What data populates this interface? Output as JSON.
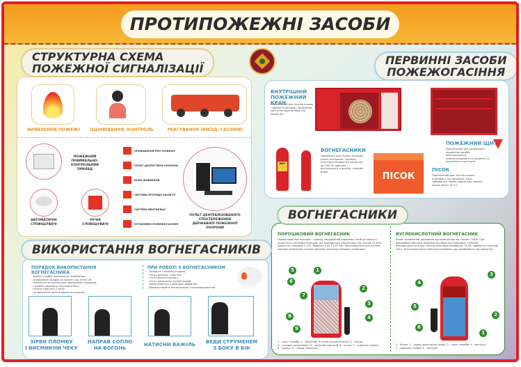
{
  "title": "ПРОТИПОЖЕЖНІ ЗАСОБИ",
  "colors": {
    "frame": "#e31e24",
    "title_bar": "#f49b1f",
    "accent_orange": "#e8922b",
    "accent_blue": "#3f8fb8",
    "accent_green": "#3a8a3a"
  },
  "emblem": "dsns-emblem",
  "alarm": {
    "heading": [
      "СТРУКТУРНА СХЕМА",
      "ПОЖЕЖНОЇ СИГНАЛІЗАЦІЇ"
    ],
    "stages": [
      "ВИЯВЛЕННЯ ПОЖЕЖІ",
      "ОЦІНЮВАННЯ, КОНТРОЛЬ",
      "РЕАГУВАННЯ (ВИЇЗД, ГАСІННЯ)"
    ],
    "panel_label": [
      "ПОЖЕЖНИЙ",
      "ПРИЙМАЛЬНО-",
      "КОНТРОЛЬНИЙ",
      "ПРИЛАД"
    ],
    "auto_detectors": [
      "АВТОМАТИЧНІ",
      "СПОВІЩУВАЧІ"
    ],
    "manual_detectors": [
      "РУЧНІ",
      "СПОВІЩУВАЧІ"
    ],
    "outputs": [
      "ОПОВІЩЕННЯ ПРО ПОЖЕЖУ",
      "ПУЛЬТ ДИСПЕТЧЕРА ОХОРОНИ",
      "БЛОК ЖИВЛЕННЯ",
      "СИСТЕМА ПРОТИДІЇ ЗАХИСТУ",
      "СИСТЕМА ВЕНТИЛЯЦІЇ",
      "УСТАНОВКИ ПОЖЕЖОГАСІННЯ"
    ],
    "console": [
      "ПУЛЬТ ЦЕНТРАЛІЗОВАНОГО",
      "СПОСТЕРЕЖЕННЯ",
      "ДЕРЖАВНОЇ ПОЖЕЖНОЇ",
      "ОХОРОНИ"
    ]
  },
  "primary": {
    "heading": [
      "ПЕРВИННІ ЗАСОБИ",
      "ПОЖЕЖОГАСІННЯ"
    ],
    "hydrant": {
      "title": [
        "ВНУТРІШНІЙ",
        "ПОЖЕЖНИЙ КРАН"
      ],
      "text": "Призначений для гасіння пожеж і займання речовин і матеріалів, крім електроустановок під напругою."
    },
    "extinguishers": {
      "title": "ВОГНЕГАСНИКИ",
      "text": "Призначені для гасіння загорянь різних матеріалів і речовин, електроустановок під напругою до 1000 В, двигунів внутрішнього згоряння, горючих рідин."
    },
    "extinguisher_label": "WET",
    "board": {
      "title": "ПОЖЕЖНИЙ ЩИТ",
      "text": "Призначений для розміщення первинних засобів пожежогасіння, немеханізованого інструменту та пожежного інвентарю."
    },
    "sand": {
      "title": "ПІСОК",
      "box_label": "ПІСОК",
      "text": "Призначений для гасіння пожеж, особливо в тих випадках, коли займаються горючі рідини (гас, бензин, масла, мазут та ін.)."
    }
  },
  "usage": {
    "heading": "ВИКОРИСТАННЯ ВОГНЕГАСНИКІВ",
    "order_title": "ПОРЯДОК ВИКОРИСТАННЯ ВОГНЕГАСНИКА",
    "order_items": [
      "- зірвати пломбу, висмикнути запобіжник;",
      "- спрямувати насадок на полум'я під кутом 45;",
      "- натиснути на важіль (для порошкових приладів);",
      "- струмінь подавати з вітряного боку;",
      "- гасити з відстані 1 метр;",
      "- по закінченні гасіння відпустити важіль."
    ],
    "work_title": "ПРИ РОБОТІ З ВОГНЕГАСНИКОМ",
    "work_items": [
      "- Заходьте з вітряної сторони",
      "- Гасіть пожежу з відстані",
      "- Гасіть ближнє полум'я",
      "- Гасіть одночасно групою людей",
      "- Переконайтесь у ліквідації займання",
      "- Використовуйте вогнегасники з перезарядженням"
    ],
    "steps": [
      [
        "ЗІРВИ ПЛОМБУ",
        "І ВИСМИКНИ ЧЕКУ"
      ],
      [
        "НАПРАВ СОПЛО",
        "НА ВОГОНЬ"
      ],
      [
        "НАТИСНИ ВАЖІЛЬ",
        ""
      ],
      [
        "ВЕДИ СТРУМЕНЕМ",
        "З БОКУ В БІК"
      ]
    ]
  },
  "extinguishers": {
    "heading": "ВОГНЕГАСНИКИ",
    "powder": {
      "title": "ПОРОШКОВИЙ ВОГНЕГАСНИК",
      "text": "Порошковий вогнегасник – прилад, заряджений порошком, який до корпусу подається стисненим повітрям, що знаходиться у балончику під тиском 15 МПа. Дальність струменя 2-3 м. Тривалість дії 10-30 сек. Застосовується для гасіння твердих матеріалів, лужних металів, електроустановок, приміщень.",
      "numbers": [
        "1",
        "2",
        "3",
        "4",
        "5",
        "6",
        "7",
        "8",
        "9"
      ],
      "legend": [
        "1 – чека і пломба; 2 – балончик із газом для витіснення; 3 – рукав;",
        "4 – насадок розпилювач; 5 – запірний пристрій; 6 – ручка; 7 – сифонна трубка;",
        "8 – корпус; 9 – заряд (порошок)."
      ]
    },
    "co2": {
      "title": "ВУГЛЕКИСЛОТНИЙ ВОГНЕГАСНИК",
      "text": "Балон заповнений зрідженою вуглекислотою під тиском 7 МПа. При відкриванні вентиля зріджена вуглекислота виходить з балона, використовується для гасіння електроустановок до 10 кВ і займання у вигляді снігу. Застосовується в електроустановках, що перебувають під напругою.",
      "numbers": [
        "1",
        "2",
        "3",
        "4",
        "5",
        "6"
      ],
      "legend": [
        "1 – балон; 2 – заряд (діоксид вуглецю); 3 – чека і пломба; 4 – вентиль;",
        "5 – сифонна трубка; 6 – раструб."
      ]
    }
  }
}
